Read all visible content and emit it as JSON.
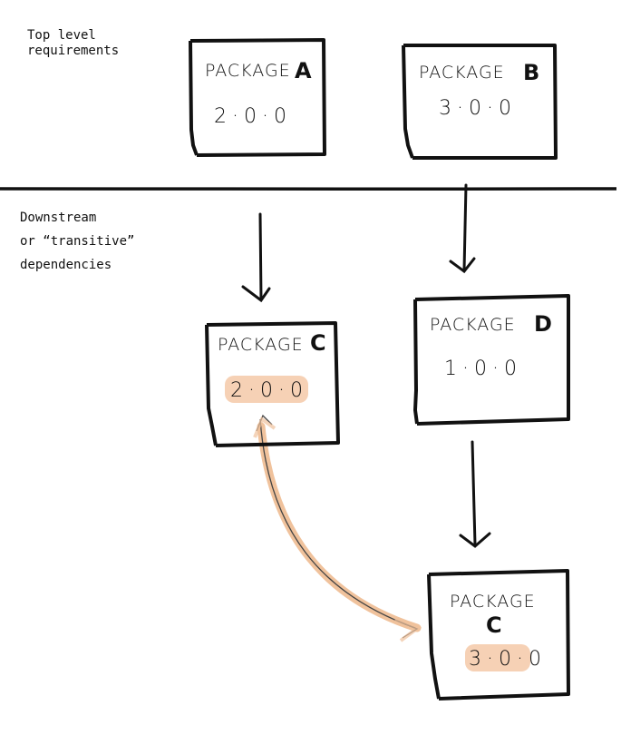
{
  "labels": {
    "top_level": [
      "Top level",
      "requirements"
    ],
    "downstream": [
      "Downstream",
      "or “transitive”",
      "dependencies"
    ]
  },
  "packages": {
    "a": {
      "name": "PACKAGE",
      "letter": "A",
      "version": "2·0·0"
    },
    "b": {
      "name": "PACKAGE",
      "letter": "B",
      "version": "3·0·0"
    },
    "c_direct": {
      "name": "PACKAGE",
      "letter": "C",
      "version": "2·0·0"
    },
    "d": {
      "name": "PACKAGE",
      "letter": "D",
      "version": "1·0·0"
    },
    "c_transitive": {
      "name": "PACKAGE",
      "letter": "C",
      "version": "3·0·0"
    }
  },
  "colors": {
    "ink": "#111111",
    "highlight": "#f4c9a8",
    "conflict_arrow": "#f0c29c"
  }
}
